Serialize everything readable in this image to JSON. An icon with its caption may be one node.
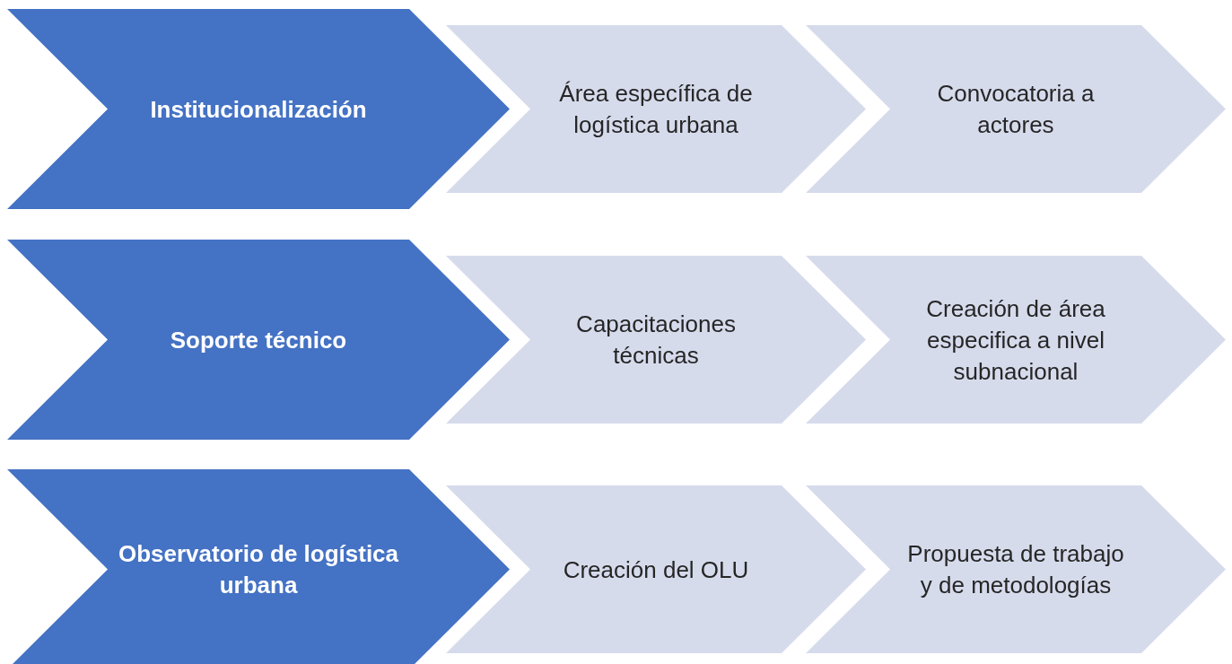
{
  "diagram": {
    "nodes": [
      {
        "text": [
          "Institucionalización"
        ]
      },
      {
        "text": [
          "Área específica de logística urbana"
        ]
      },
      {
        "text": [
          "Convocatoria a actores"
        ]
      },
      {
        "text": [
          "Soporte técnico"
        ]
      },
      {
        "text": [
          "Capacitaciones técnicas"
        ]
      },
      {
        "text": [
          "Creación de área especifica a nivel subnacional"
        ]
      },
      {
        "text": [
          "Observatorio de logística urbana"
        ]
      },
      {
        "text": [
          "Creación del OLU"
        ]
      },
      {
        "text": [
          "Propuesta de trabajo y de metodologías"
        ]
      }
    ]
  }
}
